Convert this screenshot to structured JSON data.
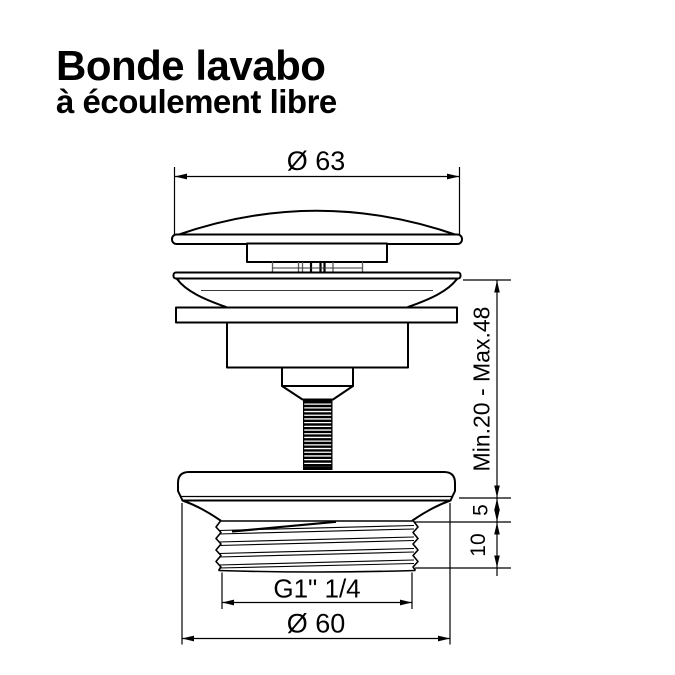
{
  "title": {
    "line1": "Bonde lavabo",
    "line2": "à écoulement libre"
  },
  "drawing": {
    "dim_top_diameter": "Ø 63",
    "dim_height_range": "Min.20 - Max.48",
    "dim_collar_height": "5",
    "dim_thread_length": "10",
    "dim_thread_size": "G1\" 1/4",
    "dim_bottom_diameter": "Ø 60"
  },
  "colors": {
    "line": "#000000",
    "background": "#ffffff"
  }
}
